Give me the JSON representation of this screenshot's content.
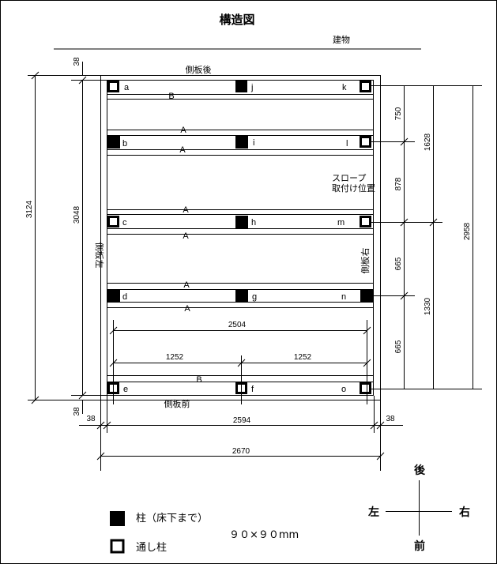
{
  "title": "構造図",
  "subtitle": "建物",
  "sides": {
    "back": "側板後",
    "front": "側板前",
    "left": "側板左",
    "right": "側板右"
  },
  "posts": {
    "a": "a",
    "b": "b",
    "c": "c",
    "d": "d",
    "e": "e",
    "f": "f",
    "g": "g",
    "h": "h",
    "i": "i",
    "j": "j",
    "k": "k",
    "l": "l",
    "m": "m",
    "n": "n",
    "o": "o"
  },
  "beams": {
    "A": "A",
    "B": "B"
  },
  "slope_note": [
    "スロープ",
    "取付け位置"
  ],
  "dims": {
    "d38": "38",
    "d3124": "3124",
    "d3048": "3048",
    "d750": "750",
    "d878": "878",
    "d665": "665",
    "d1628": "1628",
    "d1330": "1330",
    "d2958": "2958",
    "d2504": "2504",
    "d1252": "1252",
    "d2594": "2594",
    "d2670": "2670"
  },
  "legend": {
    "solid_post": "柱（床下まで）",
    "through_post": "通し柱",
    "size": "９０×９０mm"
  },
  "compass": {
    "back": "後",
    "front": "前",
    "left": "左",
    "right": "右"
  }
}
